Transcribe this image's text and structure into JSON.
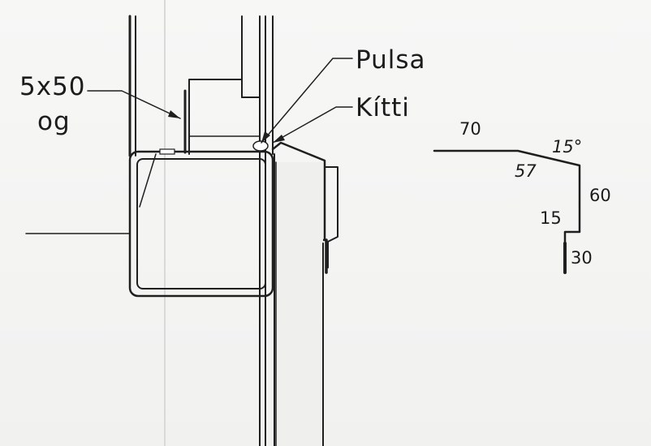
{
  "labels": {
    "fastener_size": "5x50",
    "fastener_finish": "og",
    "flashing": "Pulsa",
    "sealant": "Kítti"
  },
  "profile": {
    "seg_top": "70",
    "seg_slope": "57",
    "angle": "15°",
    "seg_drop": "60",
    "seg_return": "15",
    "seg_drip": "30"
  },
  "colors": {
    "ink": "#1f1f1f",
    "paper": "#f4f4f3"
  }
}
